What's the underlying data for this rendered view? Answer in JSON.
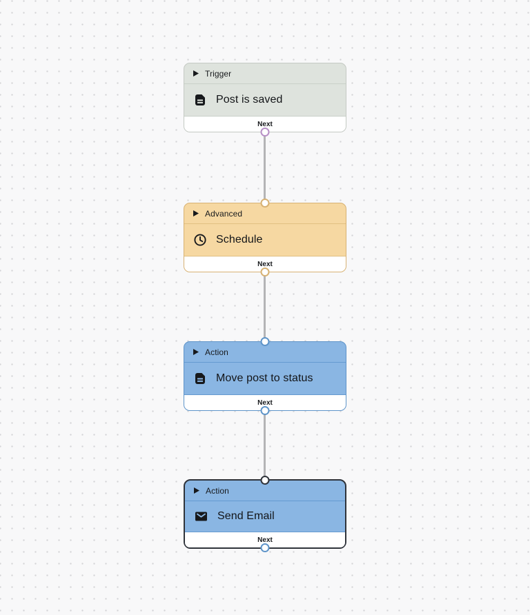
{
  "canvas": {
    "background_color": "#f8f8f9",
    "dot_color": "#d4d4d7",
    "edge_color": "#b4b4b6"
  },
  "collapse_icon": "right-triangle-icon",
  "nodes": [
    {
      "category": "Trigger",
      "title": "Post is saved",
      "icon": "document-icon",
      "footer_label": "Next",
      "fill": "#dee3dd",
      "border": "#c4c9c3",
      "divider": "#c9d0c8",
      "handle_in": null,
      "handle_out": "#b78fc6",
      "selected": false
    },
    {
      "category": "Advanced",
      "title": "Schedule",
      "icon": "clock-icon",
      "footer_label": "Next",
      "fill": "#f6d8a2",
      "border": "#d7b173",
      "divider": "#e0bf82",
      "handle_in": "#d7b173",
      "handle_out": "#d7b173",
      "selected": false
    },
    {
      "category": "Action",
      "title": "Move post to status",
      "icon": "document-icon",
      "footer_label": "Next",
      "fill": "#8ab6e3",
      "border": "#5e94c9",
      "divider": "#649ad0",
      "handle_in": "#5e94c9",
      "handle_out": "#5e94c9",
      "selected": false
    },
    {
      "category": "Action",
      "title": "Send Email",
      "icon": "mail-icon",
      "footer_label": "Next",
      "fill": "#8ab6e3",
      "border": "#2f333a",
      "divider": "#649ad0",
      "handle_in": "#2f333a",
      "handle_out": "#5e94c9",
      "selected": true
    }
  ]
}
